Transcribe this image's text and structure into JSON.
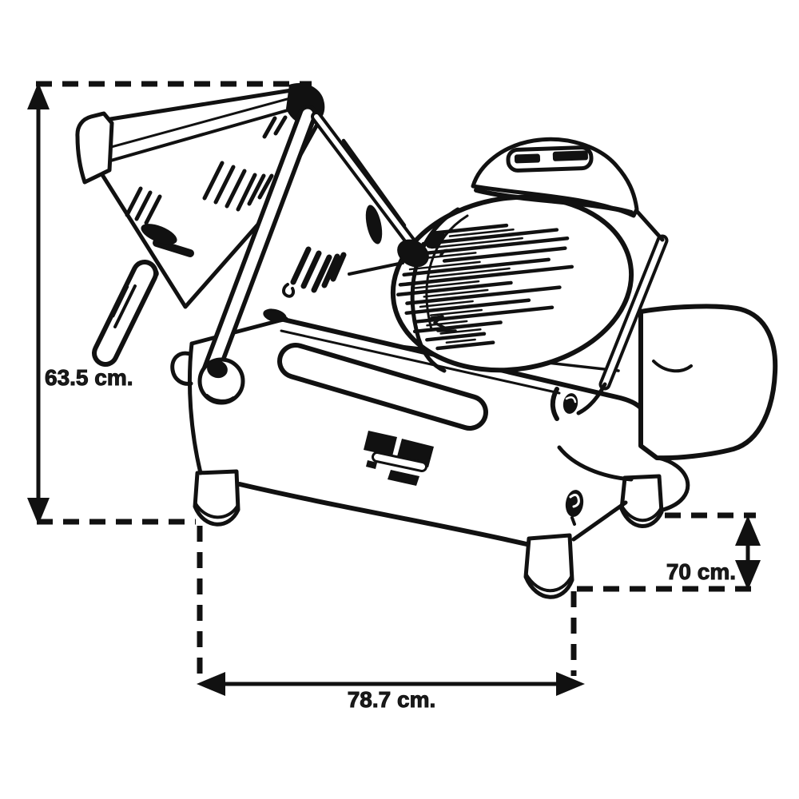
{
  "diagram": {
    "ink_color": "#111111",
    "label_color": "#1a1a1a",
    "background": "#ffffff",
    "dimensions": {
      "left_height": {
        "label": "63.5 cm."
      },
      "right_height": {
        "label": "70 cm."
      },
      "bottom_width": {
        "label": "78.7 cm."
      }
    }
  }
}
